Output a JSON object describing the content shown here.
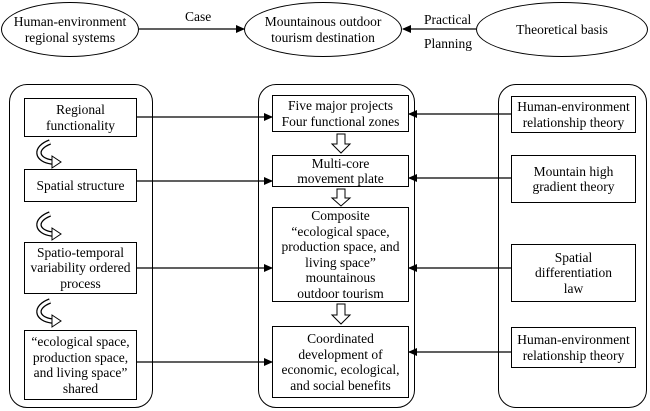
{
  "top": {
    "left": [
      "Human-environment",
      "regional systems"
    ],
    "center": [
      "Mountainous outdoor",
      "tourism destination"
    ],
    "right": [
      "Theoretical basis"
    ],
    "edge_case": "Case",
    "edge_practical": "Practical",
    "edge_planning": "Planning"
  },
  "left_col": [
    [
      "Regional",
      "functionality"
    ],
    [
      "Spatial structure"
    ],
    [
      "Spatio-temporal",
      "variability ordered",
      "process"
    ],
    [
      "“ecological space,",
      "production space,",
      "and living space”",
      "shared"
    ]
  ],
  "center_col": [
    [
      "Five major projects",
      "Four functional zones"
    ],
    [
      "Multi-core",
      "movement plate"
    ],
    [
      "Composite",
      "“ecological space,",
      "production space, and",
      "living space”",
      "mountainous",
      "outdoor tourism"
    ],
    [
      "Coordinated",
      "development of",
      "economic, ecological,",
      "and social benefits"
    ]
  ],
  "right_col": [
    [
      "Human-environment",
      "relationship theory"
    ],
    [
      "Mountain high",
      "gradient theory"
    ],
    [
      "Spatial",
      "differentiation",
      "law"
    ],
    [
      "Human-environment",
      "relationship theory"
    ]
  ]
}
